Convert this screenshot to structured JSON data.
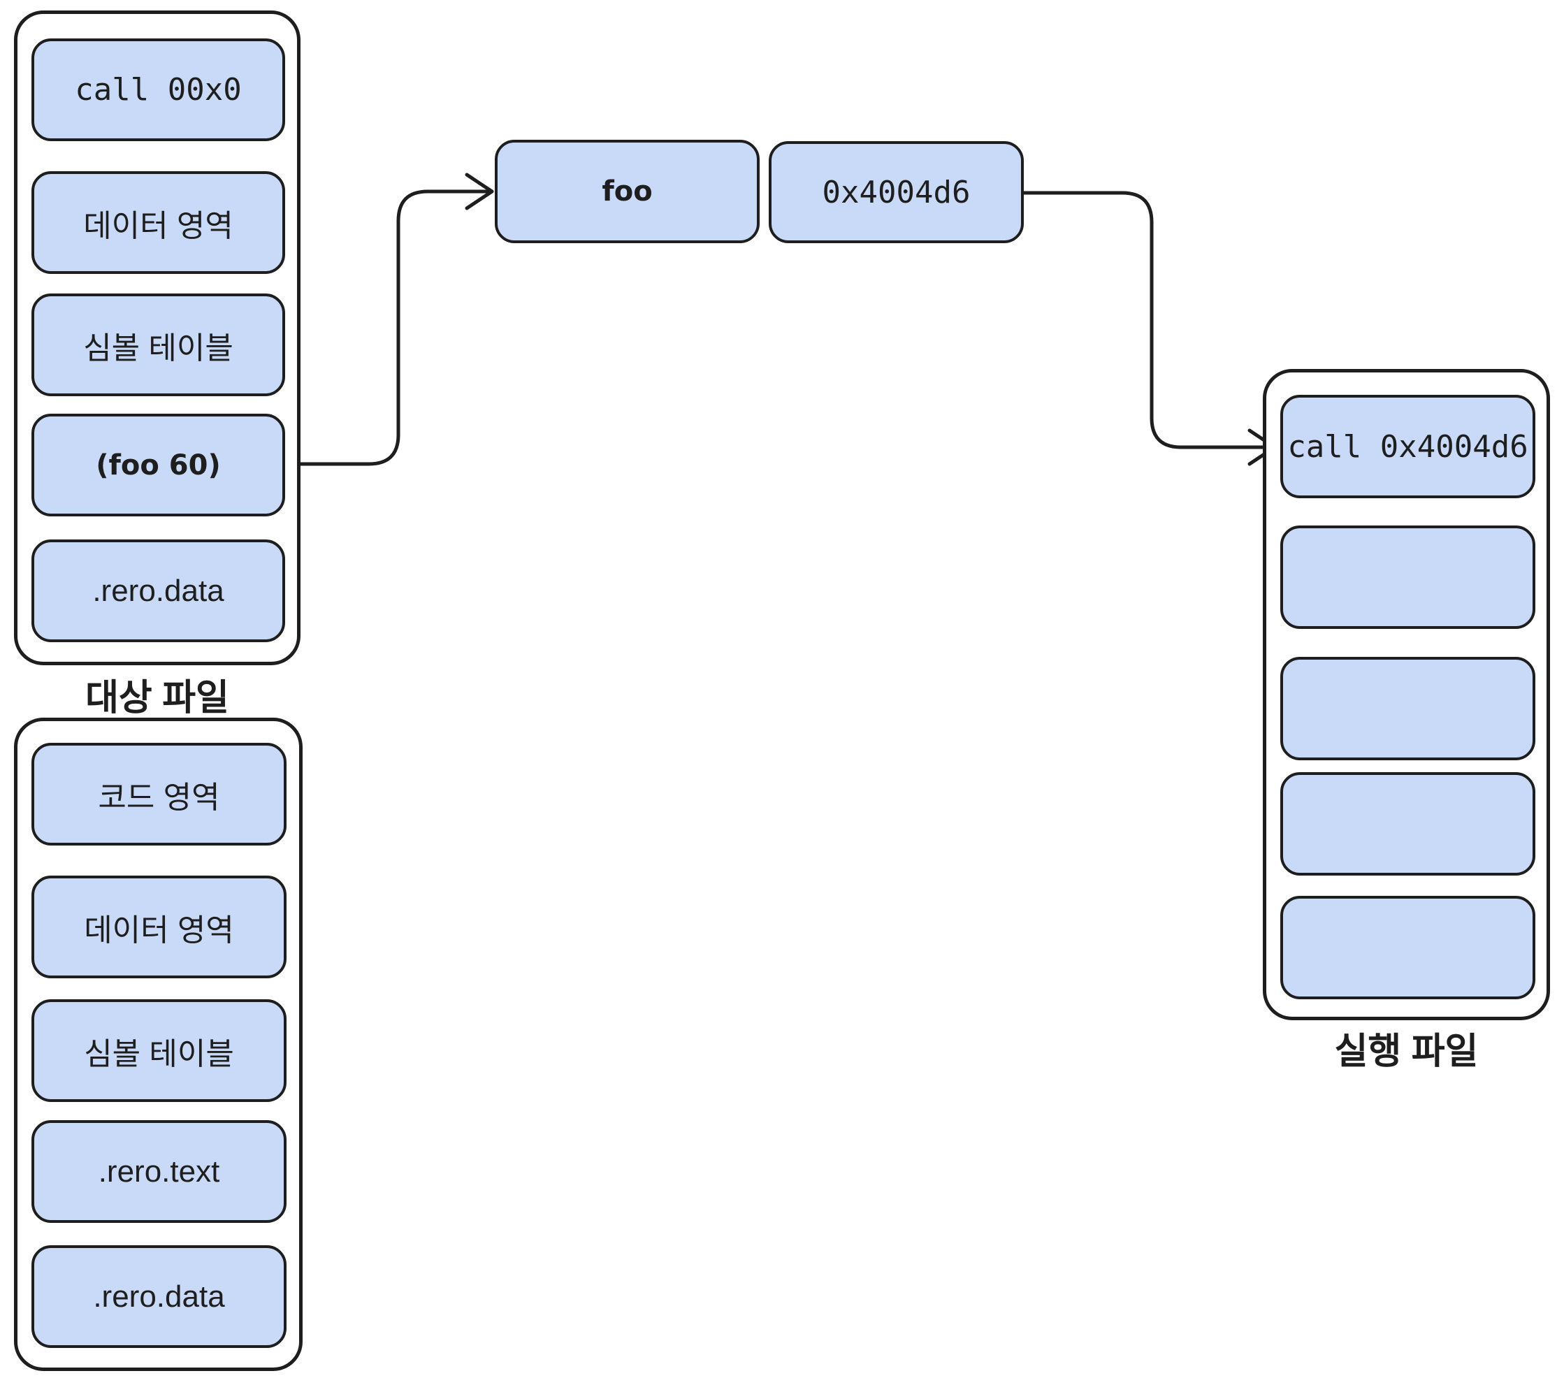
{
  "colors": {
    "box_fill": "#c9daf8",
    "stroke": "#1e1e1e",
    "text": "#1e1e1e",
    "background": "#ffffff"
  },
  "object_file": {
    "label": "대상 파일",
    "sections": [
      "call 00x0",
      "데이터 영역",
      "심볼 테이블",
      "(foo 60)",
      ".rero.data"
    ]
  },
  "object_file_2": {
    "sections": [
      "코드 영역",
      "데이터 영역",
      "심볼 테이블",
      ".rero.text",
      ".rero.data"
    ]
  },
  "symbol_table_entry": {
    "name": "foo",
    "address": "0x4004d6"
  },
  "executable_file": {
    "label": "실행 파일",
    "sections": [
      "call 0x4004d6",
      "",
      "",
      "",
      ""
    ]
  }
}
